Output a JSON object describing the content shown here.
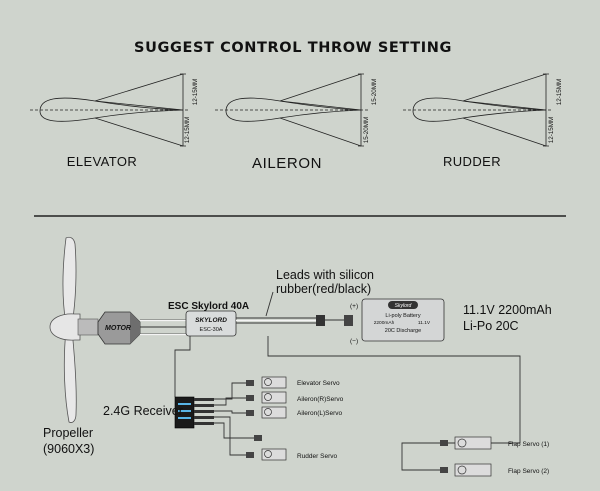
{
  "title": "SUGGEST CONTROL THROW SETTING",
  "surfaces": [
    {
      "name": "ELEVATOR",
      "up": "12-15MM",
      "down": "12-15MM"
    },
    {
      "name": "AILERON",
      "up": "15-20MM",
      "down": "15-20MM"
    },
    {
      "name": "RUDDER",
      "up": "12-15MM",
      "down": "12-15MM"
    }
  ],
  "wiring": {
    "leads_line1": "Leads with silicon",
    "leads_line2": "rubber(red/black)",
    "esc_label": "ESC Skylord 40A",
    "esc_body_brand": "SKYLORD",
    "esc_body_model": "ESC-30A",
    "motor_label": "MOTOR",
    "battery_brand": "Skylord",
    "battery_line1": "Li-poly Battery",
    "battery_line2_left": "2200mAh",
    "battery_line2_right": "11.1V",
    "battery_line3": "20C Discharge",
    "battery_spec_line1": "11.1V 2200mAh",
    "battery_spec_line2": "Li-Po  20C",
    "plus": "(+)",
    "minus": "(−)",
    "receiver_label": "2.4G  Receiver",
    "propeller_line1": "Propeller",
    "propeller_line2": "(9060X3)",
    "servos": [
      "Elevator  Servo",
      "Aileron(R)Servo",
      "Aileron(L)Servo",
      "Rudder  Servo"
    ],
    "flap_servos": [
      "Flap Servo (1)",
      "Flap Servo (2)"
    ]
  },
  "colors": {
    "background": "#cfd4cd",
    "ink": "#111111",
    "divider": "#222222"
  }
}
